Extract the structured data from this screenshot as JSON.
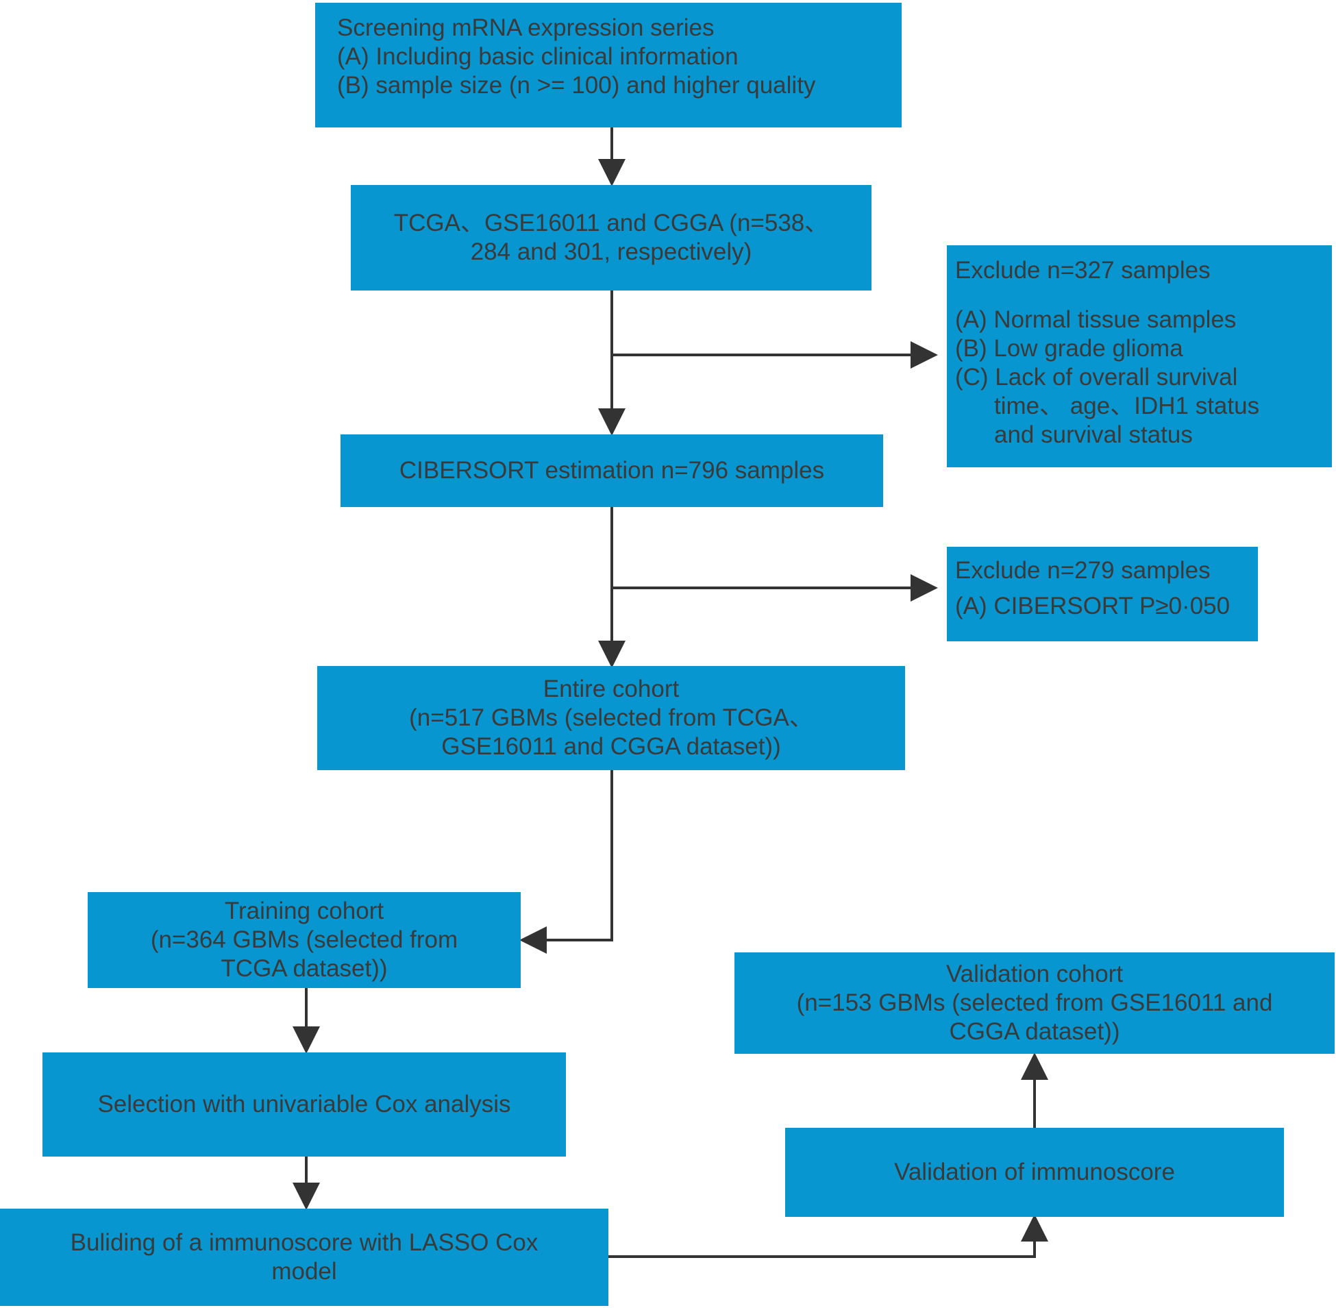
{
  "boxes": {
    "screening": {
      "lines": [
        "Screening mRNA expression series",
        "(A) Including basic clinical information",
        "(B) sample size (n >= 100) and higher quality"
      ]
    },
    "datasets": {
      "lines": [
        "TCGA、GSE16011 and CGGA (n=538、",
        "284 and 301, respectively)"
      ]
    },
    "exclude_first": {
      "title": "Exclude n=327 samples",
      "items": [
        "(A) Normal tissue samples",
        "(B) Low grade glioma",
        "(C) Lack of overall survival"
      ],
      "continuation": [
        "time、 age、IDH1 status",
        "and survival status"
      ]
    },
    "cibersort": {
      "lines": [
        "CIBERSORT estimation n=796 samples"
      ]
    },
    "exclude_second": {
      "title": "Exclude n=279 samples",
      "items": [
        "(A) CIBERSORT P≥0·050"
      ]
    },
    "entire_cohort": {
      "lines": [
        "Entire cohort",
        "(n=517 GBMs (selected from TCGA、",
        "GSE16011 and CGGA dataset))"
      ]
    },
    "training_cohort": {
      "lines": [
        "Training cohort",
        "(n=364 GBMs (selected from",
        "TCGA dataset))"
      ]
    },
    "univariable": {
      "lines": [
        "Selection with univariable Cox analysis"
      ]
    },
    "lasso": {
      "lines": [
        "Buliding of a immunoscore with LASSO Cox",
        "model"
      ]
    },
    "validation_cohort": {
      "lines": [
        "Validation cohort",
        "(n=153 GBMs (selected from GSE16011 and",
        "CGGA dataset))"
      ]
    },
    "validation_immunoscore": {
      "lines": [
        "Validation of immunoscore"
      ]
    }
  },
  "colors": {
    "box_fill": "#0896d1",
    "box_text": "#3a3a3a",
    "connector": "#333333"
  }
}
